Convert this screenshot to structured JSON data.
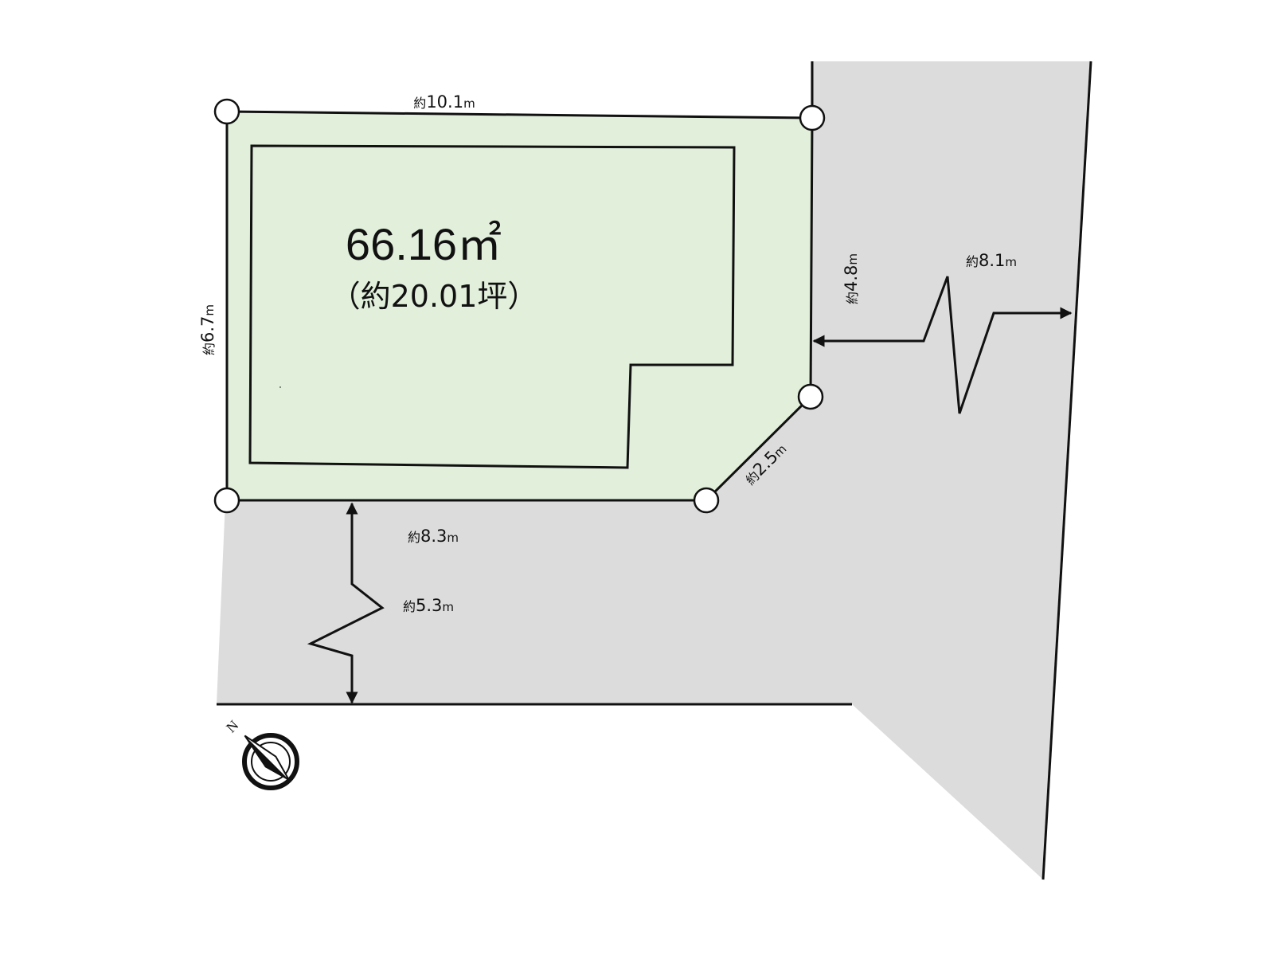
{
  "colors": {
    "lot_fill": "#e1efdb",
    "road_fill": "#dcdcdc",
    "line": "#111111"
  },
  "area": {
    "value": "66.16",
    "unit": "㎡",
    "tsubo": "（約20.01坪）"
  },
  "dimensions": {
    "prefix": "約",
    "unit": "m",
    "top": "10.1",
    "left": "6.7",
    "right": "4.8",
    "corner": "2.5",
    "bottom": "8.3",
    "road_south": "5.3",
    "road_east": "8.1"
  },
  "compass": {
    "label": "N",
    "icon": "north-arrow-icon"
  }
}
